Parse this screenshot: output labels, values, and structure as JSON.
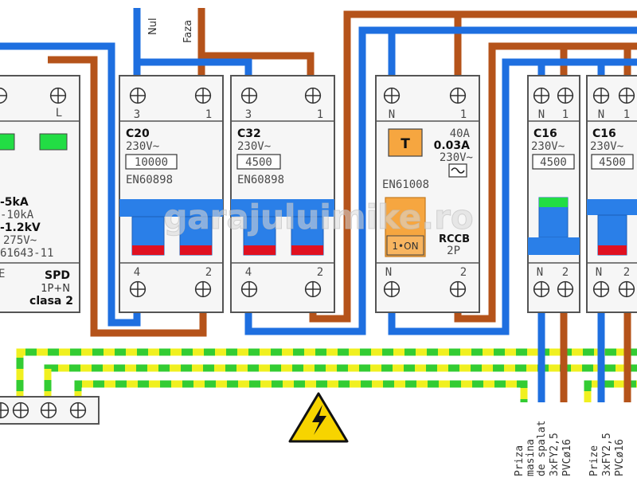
{
  "colors": {
    "neutral": "#1e6fe0",
    "phase": "#b5531a",
    "earth_green": "#33cc33",
    "earth_yellow": "#f0f020",
    "breaker_blue": "#2a7fe8",
    "toggle_red": "#e01020",
    "indicator_green": "#22dd44",
    "rccb_orange": "#f6a640",
    "warning_yellow": "#f7d400"
  },
  "top_labels": {
    "nul": "Nul",
    "faza": "Faza"
  },
  "spd": {
    "terminal_top_right": "L",
    "terminal_bottom_left": "E",
    "specs": [
      "-5kA",
      "-10kA",
      "-1.2kV",
      "275V~",
      "61643-11"
    ],
    "name": "SPD",
    "poles": "1P+N",
    "class": "clasa 2"
  },
  "breaker_c20": {
    "terminal_top_left": "3",
    "terminal_top_right": "1",
    "rating": "C20",
    "voltage": "230V~",
    "breaking_capacity": "10000",
    "standard": "EN60898",
    "terminal_bottom_left": "4",
    "terminal_bottom_right": "2"
  },
  "breaker_c32": {
    "terminal_top_left": "3",
    "terminal_top_right": "1",
    "rating": "C32",
    "voltage": "230V~",
    "breaking_capacity": "4500",
    "standard": "EN60898",
    "terminal_bottom_left": "4",
    "terminal_bottom_right": "2"
  },
  "rccb": {
    "terminal_top_left": "N",
    "terminal_top_right": "1",
    "test_button": "T",
    "current": "40A",
    "sensitivity": "0.03A",
    "voltage": "230V~",
    "standard": "EN61008",
    "switch_label": "1•ON",
    "name": "RCCB",
    "poles": "2P",
    "terminal_bottom_left": "N",
    "terminal_bottom_right": "2"
  },
  "breaker_c16_a": {
    "terminal_top_left": "N",
    "terminal_top_right": "1",
    "rating": "C16",
    "voltage": "230V~",
    "breaking_capacity": "4500",
    "terminal_bottom_left": "N",
    "terminal_bottom_right": "2"
  },
  "breaker_c16_b": {
    "terminal_top_left": "N",
    "terminal_top_right": "1",
    "rating": "C16",
    "voltage": "230V~",
    "breaking_capacity": "4500",
    "terminal_bottom_left": "N",
    "terminal_bottom_right": "2"
  },
  "circuit_1_label": [
    "Priza",
    "masina",
    "de spalat",
    "3xFY2,5",
    "PVCø16"
  ],
  "circuit_2_label": [
    "Prize",
    "3xFY2,5",
    "PVCø16"
  ],
  "watermark": "garajuluimike.ro",
  "warning_icon": "high-voltage-warning-icon"
}
